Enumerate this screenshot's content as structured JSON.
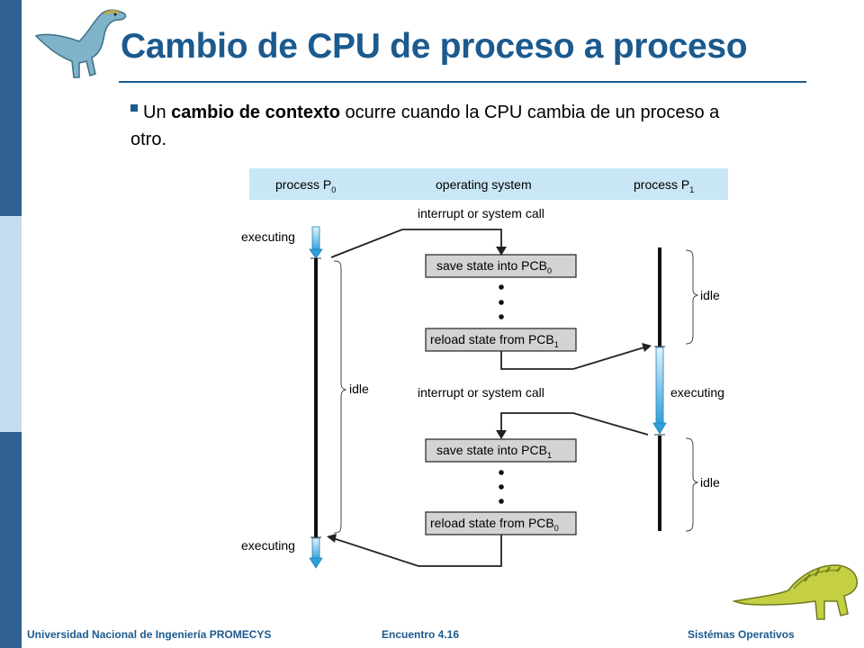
{
  "slide": {
    "title": "Cambio de CPU de proceso a proceso",
    "bullet": {
      "pre": "Un ",
      "bold": "cambio de contexto",
      "post": " ocurre cuando la CPU cambia de un proceso a otro."
    }
  },
  "diagram": {
    "header": {
      "p0": "process P",
      "p0_sub": "0",
      "os": "operating system",
      "p1": "process P",
      "p1_sub": "1"
    },
    "labels": {
      "executing": "executing",
      "idle": "idle",
      "interrupt": "interrupt or system call"
    },
    "boxes": {
      "save_0": "save state into PCB",
      "save_0_sub": "0",
      "reload_1": "reload state from PCB",
      "reload_1_sub": "1",
      "save_1": "save state into PCB",
      "save_1_sub": "1",
      "reload_0": "reload state from PCB",
      "reload_0_sub": "0"
    }
  },
  "footer": {
    "left": "Universidad Nacional de Ingeniería PROMECYS",
    "center": "Encuentro 4.16",
    "right": "Sistémas Operativos"
  },
  "colors": {
    "accent": "#1b5a8e",
    "sidebar": "#2f6195",
    "sidebar_light": "#c4dcf0",
    "header_band": "#c8e6f5",
    "box_fill": "#d3d3d3"
  }
}
